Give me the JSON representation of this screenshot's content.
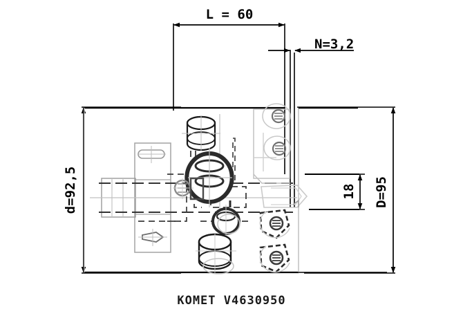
{
  "drawing": {
    "title": "KOMET V4630950 tool head technical drawing",
    "caption": "KOMET  V4630950",
    "background_color": "#ffffff",
    "line_color": "#000000",
    "light_line_color": "#b4b4b4",
    "mid_line_color": "#8a8a8a",
    "dark_part_color": "#4a4a4a"
  },
  "dimensions": {
    "length": {
      "label": "L = 60",
      "value": "60",
      "symbol": "L",
      "orientation": "horizontal",
      "position": "top"
    },
    "insert_count": {
      "label": "N=3,2",
      "value": "3,2",
      "symbol": "N",
      "orientation": "horizontal",
      "position": "top-right"
    },
    "bore_diameter": {
      "label": "d=92,5",
      "value": "92,5",
      "symbol": "d",
      "orientation": "vertical",
      "position": "left"
    },
    "outer_diameter": {
      "label": "D=95",
      "value": "95",
      "symbol": "D",
      "orientation": "vertical",
      "position": "right"
    },
    "step": {
      "label": "18",
      "value": "18",
      "orientation": "vertical",
      "position": "inner-right"
    }
  }
}
